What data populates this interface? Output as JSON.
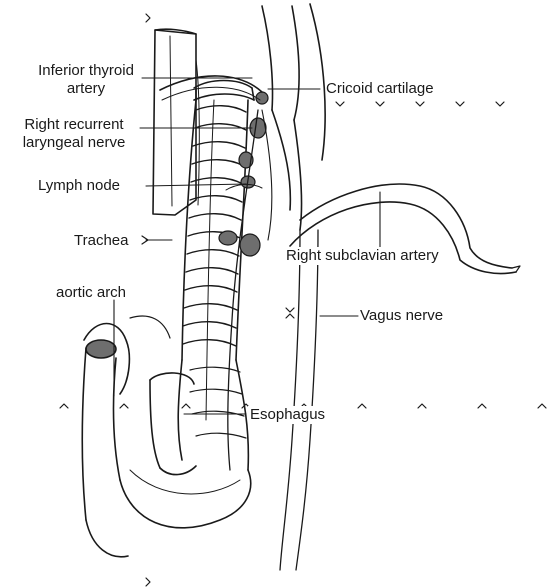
{
  "figure": {
    "labels": {
      "inferior_thyroid_artery": [
        "Inferior thyroid",
        "artery"
      ],
      "right_recurrent_laryngeal_nerve": [
        "Right recurrent",
        "laryngeal nerve"
      ],
      "lymph_node": "Lymph node",
      "trachea": "Trachea",
      "aortic_arch": "aortic arch",
      "cricoid_cartilage": "Cricoid cartilage",
      "right_subclavian_artery": "Right subclavian artery",
      "vagus_nerve": "Vagus nerve",
      "esophagus": "Esophagus"
    }
  },
  "colors": {
    "ink": "#1a1a1a",
    "shade": "#6e6e6e",
    "background": "#ffffff"
  }
}
